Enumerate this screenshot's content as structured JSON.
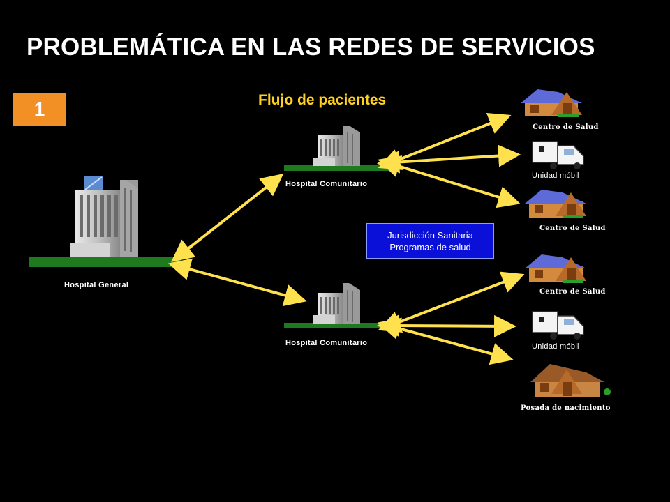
{
  "title": "PROBLEMÁTICA EN LAS REDES DE SERVICIOS",
  "badge": "1",
  "subtitle": "Flujo de pacientes",
  "jurisdiction": {
    "line1": "Jurisdicción Sanitaria",
    "line2": "Programas de salud"
  },
  "nodes": {
    "hospital_general": "Hospital General",
    "hospital_comunitario_1": "Hospital Comunitario",
    "hospital_comunitario_2": "Hospital Comunitario",
    "centro_salud_1": "Centro de Salud",
    "unidad_movil_1": "Unidad móbil",
    "centro_salud_2": "Centro de Salud",
    "centro_salud_3": "Centro de Salud",
    "unidad_movil_2": "Unidad móbil",
    "posada": "Posada de nacimiento"
  },
  "colors": {
    "arrow": "#ffe14d",
    "ground": "#1f7a1f",
    "badge": "#f28f25",
    "jurisdiction": "#0a10d8",
    "subtitle": "#ffd21f"
  }
}
